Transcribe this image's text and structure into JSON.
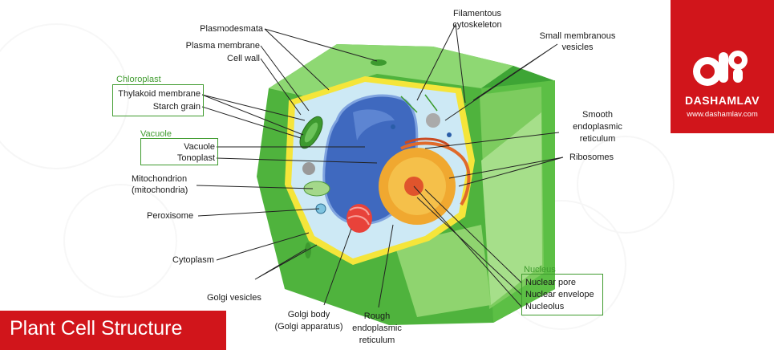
{
  "labels": {
    "plasmodesmata": "Plasmodesmata",
    "plasma_membrane": "Plasma membrane",
    "cell_wall": "Cell wall",
    "chloroplast_group": "Chloroplast",
    "thylakoid_membrane": "Thylakoid membrane",
    "starch_grain": "Starch grain",
    "vacuole_group": "Vacuole",
    "vacuole": "Vacuole",
    "tonoplast": "Tonoplast",
    "mitochondrion_1": "Mitochondrion",
    "mitochondrion_2": "(mitochondria)",
    "peroxisome": "Peroxisome",
    "cytoplasm": "Cytoplasm",
    "golgi_vesicles": "Golgi vesicles",
    "golgi_body_1": "Golgi body",
    "golgi_body_2": "(Golgi apparatus)",
    "rough_er_1": "Rough",
    "rough_er_2": "endoplasmic",
    "rough_er_3": "reticulum",
    "filamentous_1": "Filamentous",
    "filamentous_2": "cytoskeleton",
    "small_vesicles_1": "Small membranous",
    "small_vesicles_2": "vesicles",
    "smooth_er_1": "Smooth",
    "smooth_er_2": "endoplasmic",
    "smooth_er_3": "reticulum",
    "ribosomes": "Ribosomes",
    "nucleus_group": "Nucleus",
    "nuclear_pore": "Nuclear pore",
    "nuclear_envelope": "Nuclear envelope",
    "nucleolus": "Nucleolus"
  },
  "brand": {
    "name": "DASHAMLAV",
    "url": "www.dashamlav.com",
    "color": "#d1151b"
  },
  "banner": {
    "title": "Plant Cell Structure"
  },
  "colors": {
    "label_green": "#3f9b2e",
    "wall_green": "#5cbf45",
    "wall_dark": "#2e8a2a",
    "cytoplasm": "#cde9f5",
    "vacuole": "#3f69bf",
    "nucleus": "#f0a830",
    "membrane_yellow": "#f5e53a"
  }
}
